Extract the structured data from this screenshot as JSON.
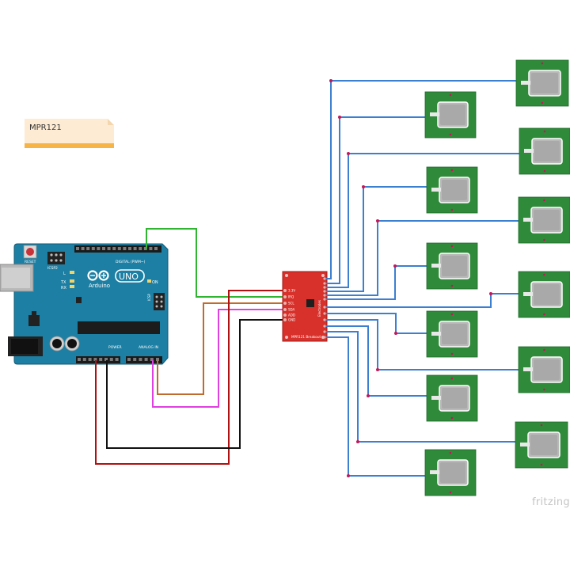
{
  "note": {
    "text": "MPR121"
  },
  "watermark": "fritzing",
  "arduino": {
    "model_label": "UNO",
    "brand_label": "Arduino",
    "reset_label": "RESET",
    "icsp2_label": "ICSP2",
    "icsp_label": "ICSP",
    "led_l": "L",
    "led_tx": "TX",
    "led_rx": "RX",
    "on_label": "ON",
    "digital_label": "DIGITAL (PWM~)",
    "power_label": "POWER",
    "analog_label": "ANALOG IN"
  },
  "breakout": {
    "label": "MPR121 Breakout",
    "left_pins": [
      "3.3V",
      "IRQ",
      "SCL",
      "SDA",
      "ADD",
      "GND"
    ],
    "electrode_label": "Electrodes"
  },
  "colors": {
    "board_blue": "#1d7fa3",
    "breakout_red": "#d8302a",
    "pad_green": "#2f8a3a",
    "wire_blue": "#3b7fd0",
    "wire_green": "#2fb52f",
    "wire_orange": "#c06b2c",
    "wire_magenta": "#e040e0",
    "wire_red": "#b01010",
    "wire_black": "#111111"
  }
}
